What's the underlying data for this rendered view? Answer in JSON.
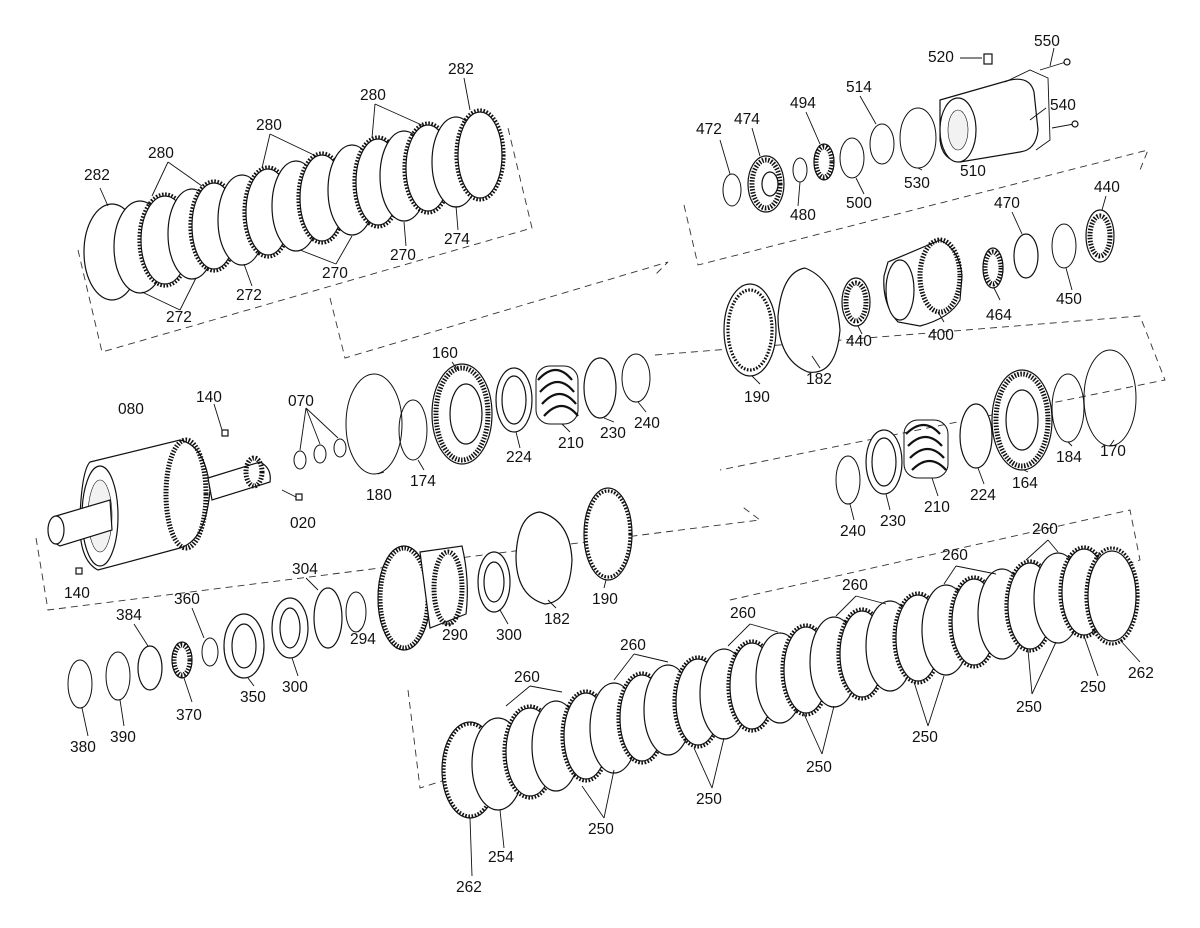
{
  "diagram": {
    "labels": {
      "l282a": "282",
      "l280a": "280",
      "l272a": "272",
      "l280b": "280",
      "l272b": "272",
      "l270a": "270",
      "l280c": "280",
      "l270b": "270",
      "l274": "274",
      "l282b": "282",
      "l472": "472",
      "l474": "474",
      "l494": "494",
      "l514": "514",
      "l520": "520",
      "l550": "550",
      "l540": "540",
      "l510": "510",
      "l530": "530",
      "l500": "500",
      "l480": "480",
      "l440a": "440",
      "l470": "470",
      "l464": "464",
      "l450": "450",
      "l400": "400",
      "l440b": "440",
      "l182a": "182",
      "l190a": "190",
      "l160": "160",
      "l224a": "224",
      "l210a": "210",
      "l230a": "230",
      "l240a": "240",
      "l080": "080",
      "l140a": "140",
      "l070": "070",
      "l020": "020",
      "l180": "180",
      "l174": "174",
      "l184": "184",
      "l170": "170",
      "l164": "164",
      "l224b": "224",
      "l210b": "210",
      "l230b": "230",
      "l240b": "240",
      "l140b": "140",
      "l304": "304",
      "l294": "294",
      "l290": "290",
      "l300a": "300",
      "l182b": "182",
      "l190b": "190",
      "l384": "384",
      "l360": "360",
      "l370": "370",
      "l350": "350",
      "l300b": "300",
      "l380": "380",
      "l390": "390",
      "l260a": "260",
      "l260b": "260",
      "l260c": "260",
      "l260d": "260",
      "l260e": "260",
      "l260f": "260",
      "l262a": "262",
      "l254": "254",
      "l250a": "250",
      "l250b": "250",
      "l250c": "250",
      "l250d": "250",
      "l250e": "250",
      "l250f": "250",
      "l262b": "262"
    }
  }
}
